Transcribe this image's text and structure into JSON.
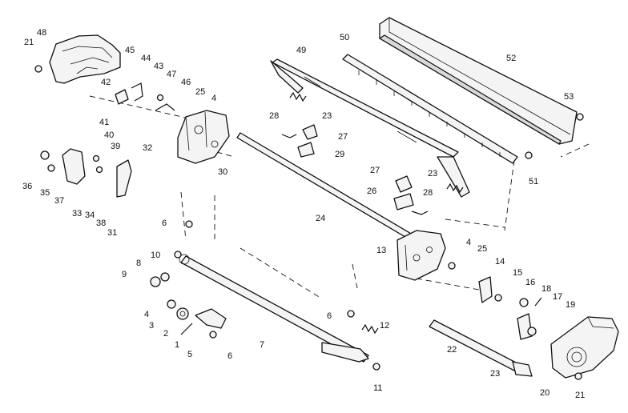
{
  "callouts": [
    "1",
    "2",
    "3",
    "4",
    "5",
    "6",
    "7",
    "8",
    "9",
    "10",
    "11",
    "12",
    "13",
    "14",
    "15",
    "16",
    "17",
    "18",
    "19",
    "20",
    "21",
    "22",
    "23",
    "24",
    "25",
    "26",
    "27",
    "28",
    "29",
    "30",
    "31",
    "32",
    "33",
    "34",
    "35",
    "36",
    "37",
    "38",
    "39",
    "40",
    "41",
    "42",
    "43",
    "44",
    "45",
    "46",
    "47",
    "48",
    "49",
    "50",
    "51",
    "52",
    "53"
  ]
}
